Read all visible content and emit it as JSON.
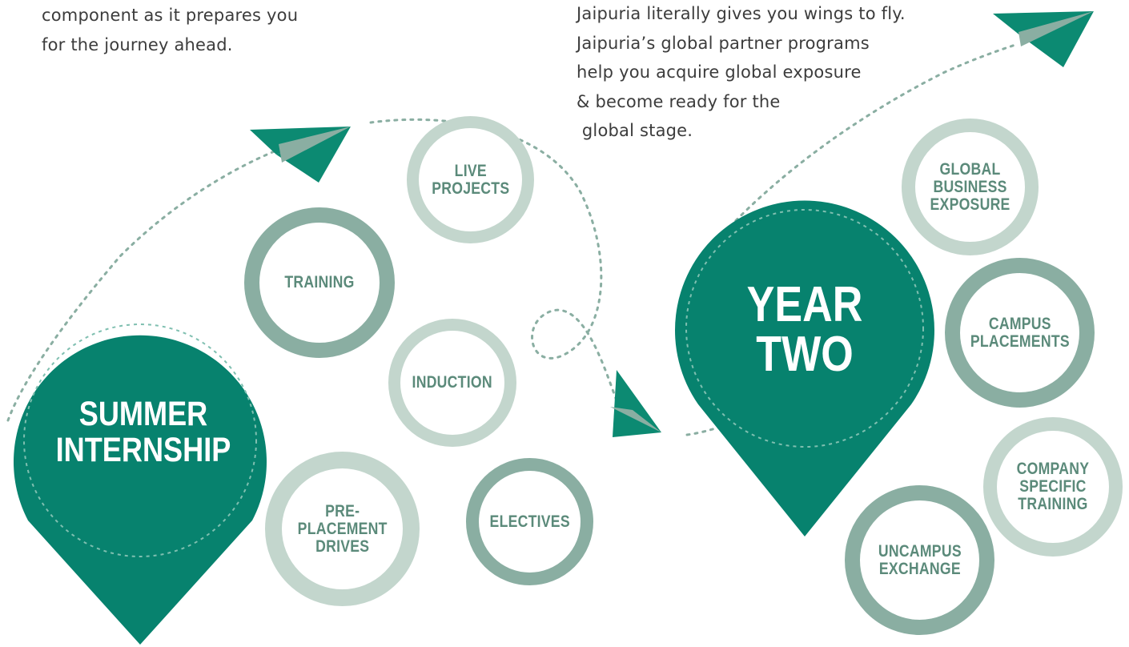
{
  "intro_left": {
    "lines": [
      "component as it prepares you",
      "for the journey ahead."
    ]
  },
  "intro_right": {
    "lines": [
      "Jaipuria literally gives you wings to fly.",
      "Jaipuria’s global partner programs",
      "help you acquire global exposure",
      "& become ready for the",
      " global stage."
    ]
  },
  "milestones": {
    "summer_internship": "SUMMER\nINTERNSHIP",
    "year_two": "YEAR\nTWO"
  },
  "activities": {
    "live_projects": "LIVE\nPROJECTS",
    "training": "TRAINING",
    "induction": "INDUCTION",
    "pre_placement_drives": "PRE-\nPLACEMENT\nDRIVES",
    "electives": "ELECTIVES",
    "global_business_exposure": "GLOBAL\nBUSINESS\nEXPOSURE",
    "campus_placements": "CAMPUS\nPLACEMENTS",
    "company_specific_training": "COMPANY\nSPECIFIC\nTRAINING",
    "uncampus_exchange": "UNCAMPUS\nEXCHANGE"
  },
  "colors": {
    "pin": "#07826e",
    "plane": "#0c8a72",
    "plane_fold": "#8aaea2",
    "ring_dark": "#8aaea2",
    "ring_light": "#c3d6cd",
    "label": "#5b8a7a",
    "path": "#8aaea2"
  }
}
